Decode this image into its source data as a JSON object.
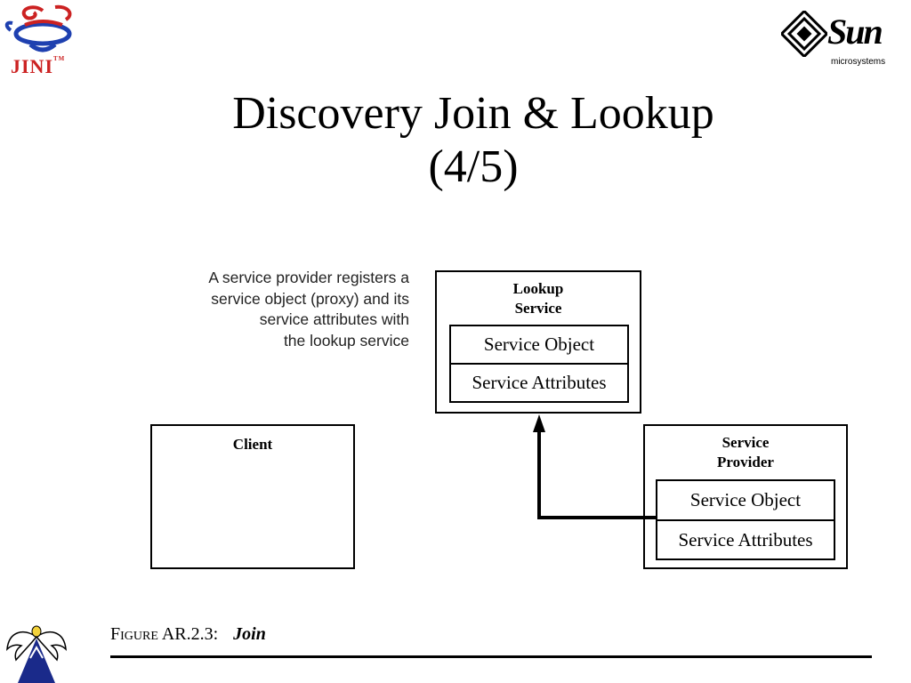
{
  "logos": {
    "jini_text": "JINI",
    "jini_tm": "TM",
    "sun_text": "Sun",
    "sun_sub": "microsystems"
  },
  "title": {
    "line1": "Discovery Join & Lookup",
    "line2": "(4/5)"
  },
  "description": [
    "A service provider registers a",
    "service object (proxy) and its",
    "service attributes with",
    "the lookup service"
  ],
  "lookup": {
    "label_line1": "Lookup",
    "label_line2": "Service",
    "object": "Service Object",
    "attributes": "Service Attributes"
  },
  "client": {
    "label": "Client"
  },
  "provider": {
    "label_line1": "Service",
    "label_line2": "Provider",
    "object": "Service Object",
    "attributes": "Service Attributes"
  },
  "figure": {
    "prefix": "Figure",
    "number": "AR.2.3:",
    "name": "Join"
  },
  "colors": {
    "jini_red": "#cc2222",
    "jini_blue": "#1e40b0",
    "angel_blue": "#1a2a8a",
    "angel_yellow": "#f3d23a"
  }
}
